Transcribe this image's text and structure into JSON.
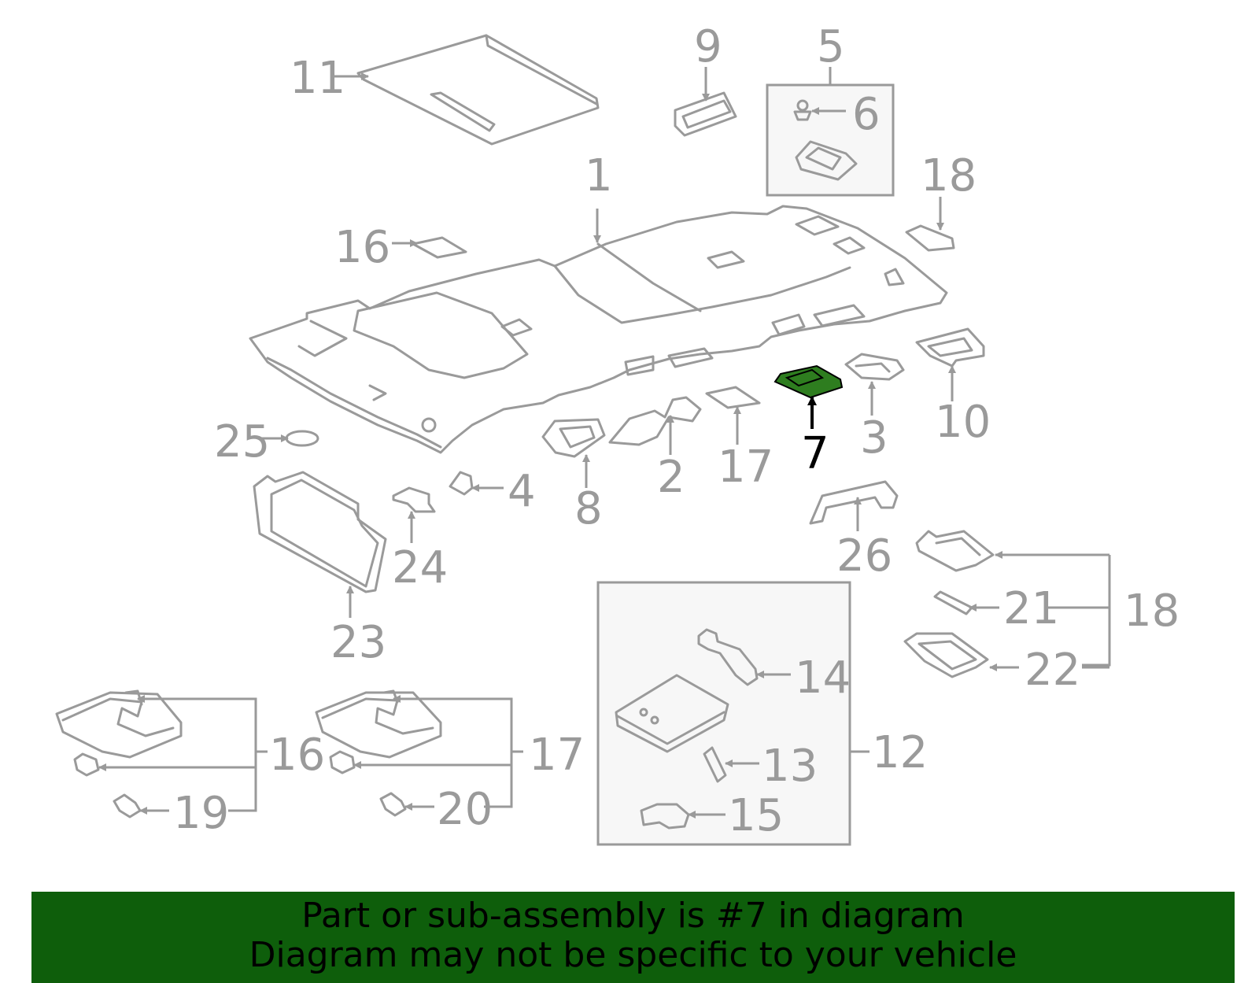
{
  "diagram": {
    "highlight_color": "#2e7d1f",
    "callouts": {
      "c1": "1",
      "c2": "2",
      "c3": "3",
      "c4": "4",
      "c5": "5",
      "c6": "6",
      "c7": "7",
      "c8": "8",
      "c9": "9",
      "c10": "10",
      "c11": "11",
      "c12": "12",
      "c13": "13",
      "c14": "14",
      "c15": "15",
      "c16a": "16",
      "c16b": "16",
      "c17a": "17",
      "c17b": "17",
      "c18a": "18",
      "c18b": "18",
      "c19": "19",
      "c20": "20",
      "c21": "21",
      "c22": "22",
      "c23": "23",
      "c24": "24",
      "c25": "25",
      "c26": "26"
    }
  },
  "banner": {
    "line1": "Part or sub-assembly is #7 in diagram",
    "line2": "Diagram may not be specific to your vehicle"
  }
}
